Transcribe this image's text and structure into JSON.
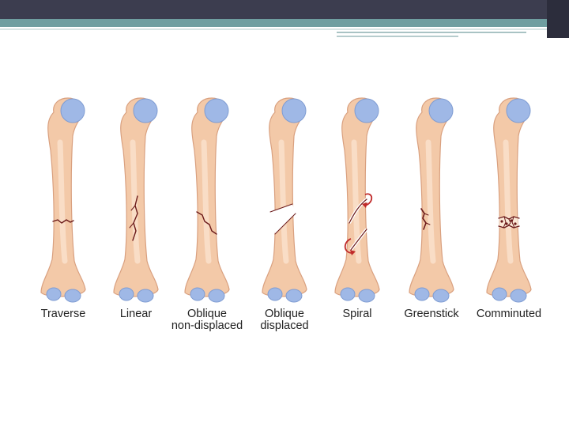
{
  "bones": [
    {
      "label": "Traverse",
      "fracture": "transverse"
    },
    {
      "label": "Linear",
      "fracture": "linear"
    },
    {
      "label": "Oblique\nnon-displaced",
      "fracture": "oblique"
    },
    {
      "label": "Oblique\ndisplaced",
      "fracture": "displaced"
    },
    {
      "label": "Spiral",
      "fracture": "spiral"
    },
    {
      "label": "Greenstick",
      "fracture": "greenstick"
    },
    {
      "label": "Comminuted",
      "fracture": "comminuted"
    }
  ],
  "colors": {
    "header_dark": "#3c3d4f",
    "header_teal": "#6f9ea0",
    "bone": "#f3c9a8",
    "bone_edge": "#d9a07f",
    "cartilage": "#9fb8e6",
    "fracture": "#6b1a1a",
    "spiral_arrow": "#c02a2a"
  }
}
